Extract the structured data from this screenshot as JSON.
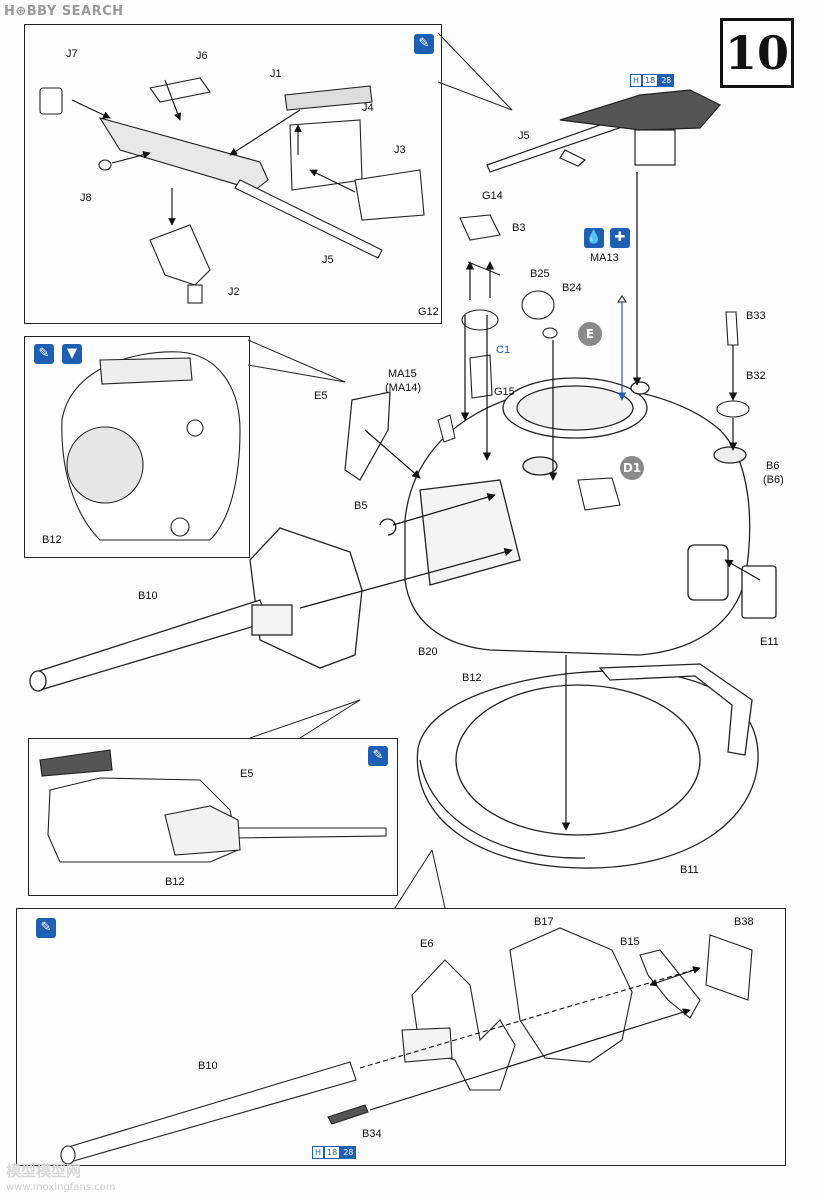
{
  "watermark_top": "H⊕BBY SEARCH",
  "watermark_bottom_text": "模型模型网",
  "watermark_bottom_url": "www.moxingfans.com",
  "step_number": "10",
  "icons": {
    "cement": "glue-icon",
    "cut": "cut-icon",
    "water": "water-icon",
    "decal": "decal-icon"
  },
  "panel_mg": {
    "labels": [
      "J7",
      "J6",
      "J1",
      "J4",
      "J3",
      "J8",
      "J5",
      "J2"
    ]
  },
  "panel_inside": {
    "labels": [
      "B12"
    ]
  },
  "panel_side": {
    "labels": [
      "E5",
      "B12"
    ]
  },
  "panel_gun": {
    "labels": [
      "B17",
      "B38",
      "E6",
      "B15",
      "B10",
      "B34"
    ],
    "ref": {
      "letter": "H",
      "num": "18",
      "part": "28"
    }
  },
  "main": {
    "mg_ref": {
      "letter": "H",
      "num": "18",
      "part": "28"
    },
    "labels": {
      "j5": "J5",
      "g14": "G14",
      "b3": "B3",
      "ma13": "MA13",
      "b25": "B25",
      "b24": "B24",
      "g12": "G12",
      "c1": "C1",
      "g15": "G15",
      "e_badge": "E",
      "d1_badge": "D1",
      "b33": "B33",
      "b32": "B32",
      "b6": "B6",
      "b6_alt": "(B6)",
      "ma15": "MA15",
      "ma14": "(MA14)",
      "e5": "E5",
      "b5": "B5",
      "b10": "B10",
      "b20": "B20",
      "b12": "B12",
      "e11": "E11",
      "b11": "B11"
    }
  }
}
